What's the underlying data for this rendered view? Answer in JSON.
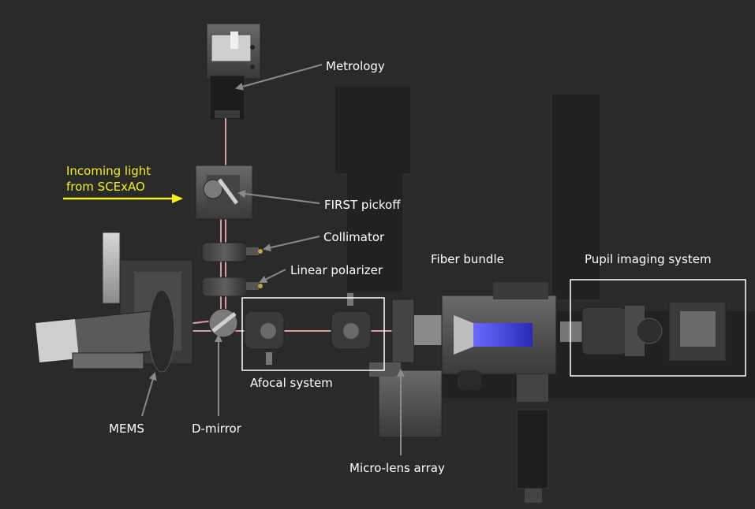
{
  "labels": {
    "metrology": "Metrology",
    "incoming_line1": "Incoming light",
    "incoming_line2": "from SCExAO",
    "first_pickoff": "FIRST pickoff",
    "collimator": "Collimator",
    "linear_polarizer": "Linear polarizer",
    "fiber_bundle": "Fiber bundle",
    "pupil_imaging": "Pupil imaging system",
    "afocal": "Afocal system",
    "mems": "MEMS",
    "d_mirror": "D-mirror",
    "micro_lens": "Micro-lens array"
  },
  "colors": {
    "background": "#2a2a2a",
    "annotation_arrow": "#8a8a8a",
    "incoming_arrow": "#f2f21a",
    "box_outline": "#ffffff",
    "beam": "#d9a0a0",
    "fiber_glow": "#3b3bd6"
  }
}
